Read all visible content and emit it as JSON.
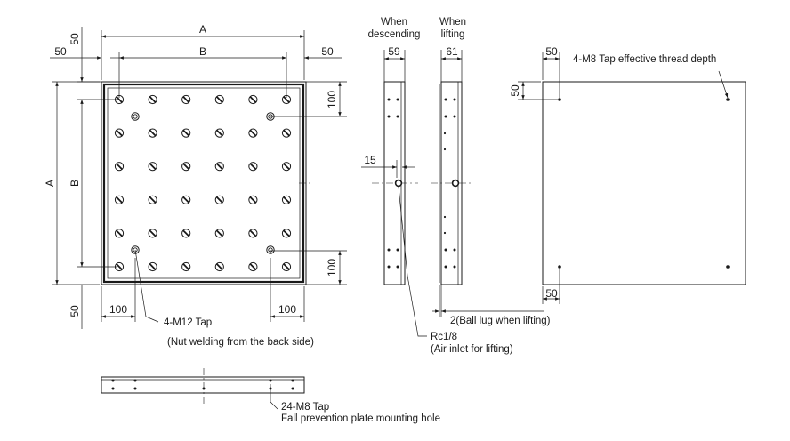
{
  "dimensions": {
    "a_top": "A",
    "b_top": "B",
    "a_side": "A",
    "b_side": "B",
    "top_50": "50",
    "left_50": "50",
    "right_50": "50",
    "bottom_50": "50",
    "right_100_top": "100",
    "right_100_bottom": "100",
    "bottom_100_left": "100",
    "bottom_100_right": "100",
    "descend_width": "59",
    "lift_width": "61",
    "air_inlet_offset": "15",
    "back_top_50": "50",
    "back_left_50": "50",
    "back_bottom_50": "50"
  },
  "headings": {
    "descending_line1": "When",
    "descending_line2": "descending",
    "lifting_line1": "When",
    "lifting_line2": "lifting"
  },
  "notes": {
    "m12_tap": "4-M12 Tap",
    "m12_detail": "(Nut welding from the back side)",
    "rc_port": "Rc1/8",
    "rc_detail": "(Air inlet for lifting)",
    "ball_lug": "2(Ball lug when lifting)",
    "m8_tap_back": "4-M8 Tap effective thread depth",
    "m8_24_tap": "24-M8 Tap",
    "m8_24_detail": "Fall prevention plate mounting hole"
  }
}
